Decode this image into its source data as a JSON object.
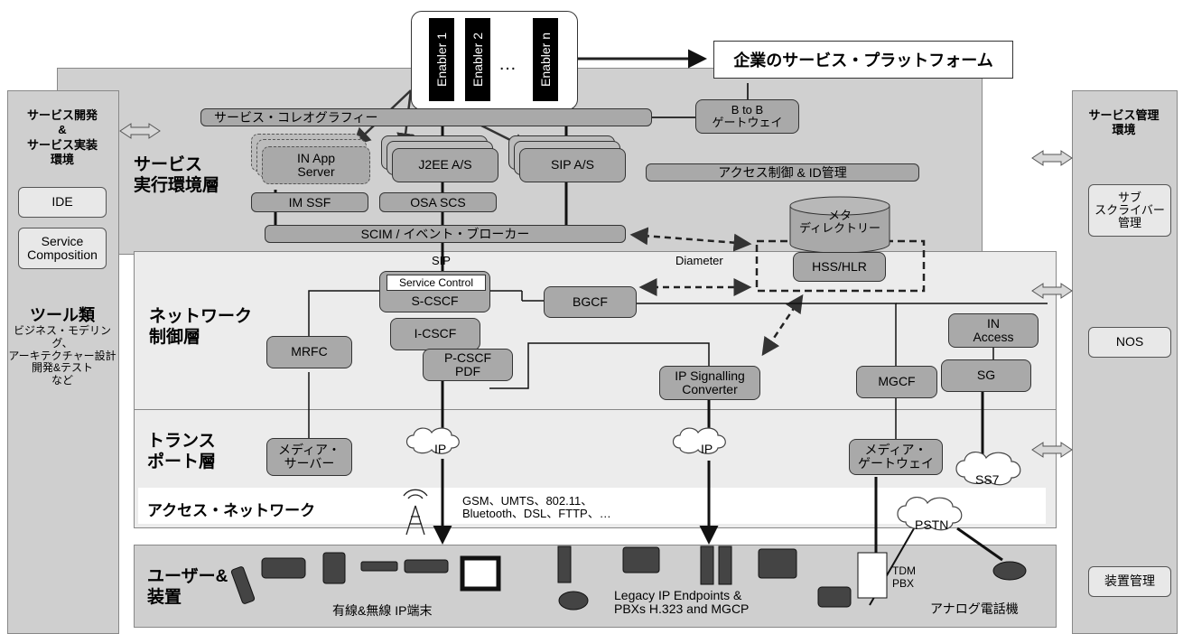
{
  "enablers": {
    "e1": "Enabler 1",
    "e2": "Enabler 2",
    "dots": "…",
    "en": "Enabler n"
  },
  "enterprise_platform": "企業のサービス・プラットフォーム",
  "left_panel": {
    "title_lines": [
      "サービス開発",
      "&",
      "サービス実装",
      "環境"
    ],
    "ide": "IDE",
    "service_composition_lines": [
      "Service",
      "Composition"
    ],
    "tools_title": "ツール類",
    "tools_lines": [
      "ビジネス・モデリング、",
      "アーキテクチャー設計",
      "開発&テスト",
      "など"
    ]
  },
  "right_panel": {
    "title_lines": [
      "サービス管理",
      "環境"
    ],
    "subscriber_lines": [
      "サブ",
      "スクライバー",
      "管理"
    ],
    "nos": "NOS",
    "device_mgmt": "装置管理"
  },
  "service_layer": {
    "label_lines": [
      "サービス",
      "実行環境層"
    ],
    "choreography": "サービス・コレオグラフィー",
    "btob_lines": [
      "B to B",
      "ゲートウェイ"
    ],
    "in_app_lines": [
      "IN App",
      "Server"
    ],
    "j2ee": "J2EE A/S",
    "sip_as": "SIP A/S",
    "access_control": "アクセス制御 & ID管理",
    "im_ssf": "IM SSF",
    "osa_scs": "OSA SCS",
    "scim": "SCIM / イベント・ブローカー",
    "meta_lines": [
      "メタ",
      "ディレクトリー"
    ]
  },
  "network_layer": {
    "label_lines": [
      "ネットワーク",
      "制御層"
    ],
    "sip": "SIP",
    "diameter": "Diameter",
    "hss": "HSS/HLR",
    "service_control": "Service Control",
    "scscf": "S-CSCF",
    "bgcf": "BGCF",
    "icscf": "I-CSCF",
    "pcscf_lines": [
      "P-CSCF",
      "PDF"
    ],
    "mrfc": "MRFC",
    "ip_sig_lines": [
      "IP Signalling",
      "Converter"
    ],
    "mgcf": "MGCF",
    "in_access_lines": [
      "IN",
      "Access"
    ],
    "sg": "SG"
  },
  "transport_layer": {
    "label_lines": [
      "トランス",
      "ポート層"
    ],
    "media_server_lines": [
      "メディア・",
      "サーバー"
    ],
    "ip1": "IP",
    "ip2": "IP",
    "media_gw_lines": [
      "メディア・",
      "ゲートウェイ"
    ],
    "ss7": "SS7",
    "pstn": "PSTN"
  },
  "access_network": {
    "label": "アクセス・ネットワーク",
    "tech_lines": [
      "GSM、UMTS、802.11、",
      "Bluetooth、DSL、FTTP、…"
    ]
  },
  "user_layer": {
    "label_lines": [
      "ユーザー&",
      "装置"
    ],
    "wired_wireless": "有線&無線 IP端末",
    "legacy_lines": [
      "Legacy IP Endpoints &",
      "PBXs H.323 and MGCP"
    ],
    "tdm_lines": [
      "TDM",
      "PBX"
    ],
    "analog": "アナログ電話機"
  }
}
